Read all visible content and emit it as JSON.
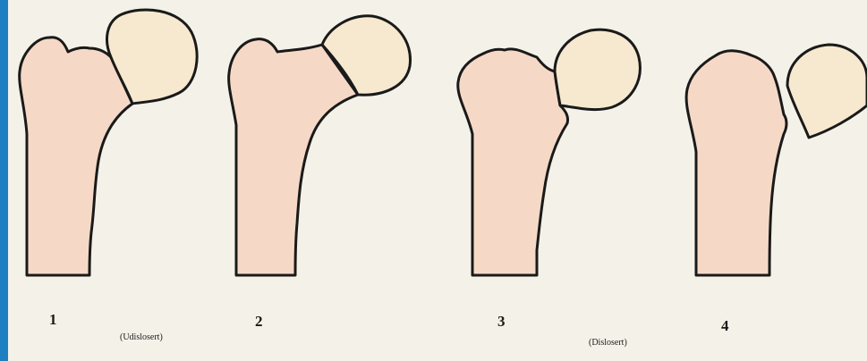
{
  "colors": {
    "background_border": "#1d7fc0",
    "panel": "#f4f2e8",
    "bone_fill": "#f5d9c6",
    "head_fill": "#f6e9cf",
    "outline": "#1a1a1a"
  },
  "stages": [
    {
      "number": "1"
    },
    {
      "number": "2"
    },
    {
      "number": "3"
    },
    {
      "number": "4"
    }
  ],
  "captions": {
    "undisplaced": "(Udislosert)",
    "displaced": "(Dislosert)"
  }
}
